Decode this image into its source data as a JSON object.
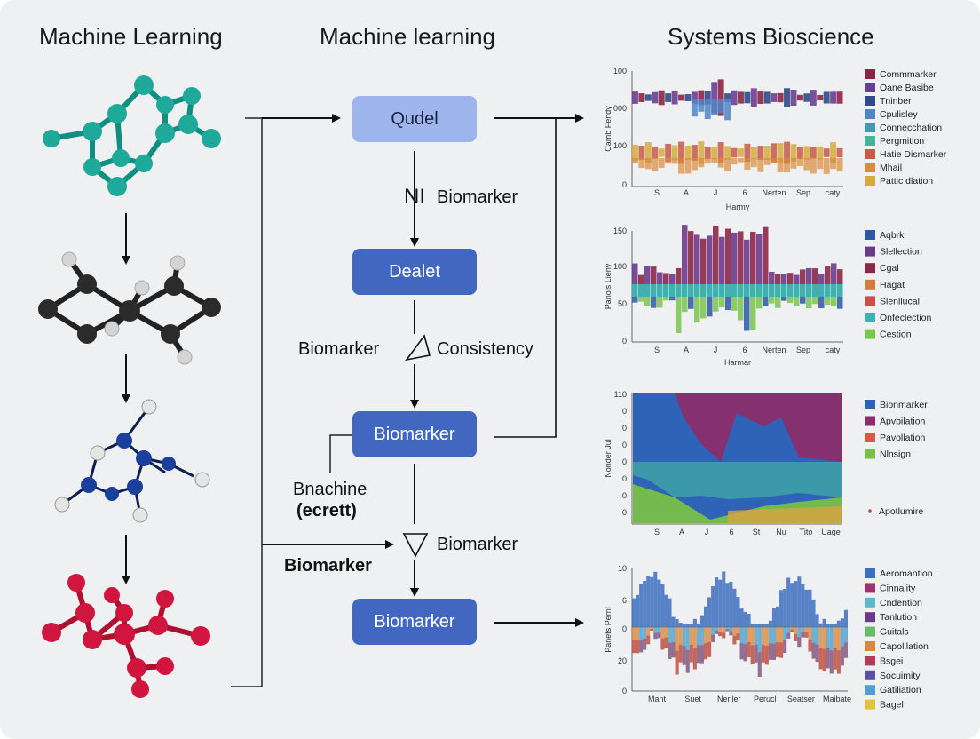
{
  "titles": {
    "left": "Machine Learning",
    "middle": "Machine learning",
    "right": "Systems Bioscience"
  },
  "flow": {
    "node_qudel": "Qudel",
    "node_dealet": "Dealet",
    "node_biomarker_1": "Biomarker",
    "node_biomarker_2": "Biomarker",
    "label_ni": "NI",
    "label_ni_biomarker": "Biomarker",
    "label_biomarker_left": "Biomarker",
    "label_consistency": "Consistency",
    "label_bnachine": "Bnachine",
    "label_ecrett": "(ecrett)",
    "label_biomarker_right": "Biomarker",
    "label_biomarker_bold": "Biomarker"
  },
  "molecules": [
    {
      "name": "teal-molecule",
      "color": "#1fa99a"
    },
    {
      "name": "gray-molecule",
      "color": "#333333"
    },
    {
      "name": "blue-molecule",
      "color": "#1b3f9a"
    },
    {
      "name": "red-molecule",
      "color": "#d0163f"
    }
  ],
  "chart_data": [
    {
      "type": "bar",
      "title": "",
      "ylabel": "Camb Fendy",
      "xlabel": "Harmy",
      "y_ticks": [
        "100",
        "000",
        "100",
        "0"
      ],
      "x_ticks": [
        "S",
        "A",
        "J",
        "6",
        "Nerten",
        "Sep",
        "caty"
      ],
      "series": [
        {
          "name": "Commmarker",
          "color": "#8b2544"
        },
        {
          "name": "Oane Basibe",
          "color": "#6a3f93"
        },
        {
          "name": "Tninber",
          "color": "#2e4a8a"
        },
        {
          "name": "Cpulisley",
          "color": "#4f86c6"
        },
        {
          "name": "Connecchation",
          "color": "#3f9bb0"
        },
        {
          "name": "Pergmition",
          "color": "#43b59a"
        },
        {
          "name": "Hatie Dismarker",
          "color": "#c7594a"
        },
        {
          "name": "Mhail",
          "color": "#d98a3a"
        },
        {
          "name": "Pattic dlation",
          "color": "#d3ac3f"
        }
      ]
    },
    {
      "type": "bar",
      "title": "",
      "ylabel": "Panols Lieny",
      "xlabel": "Harmar",
      "y_ticks": [
        "150",
        "100",
        "50",
        "0"
      ],
      "x_ticks": [
        "S",
        "A",
        "J",
        "6",
        "Nerten",
        "Sep",
        "caty"
      ],
      "series": [
        {
          "name": "Aqbrk",
          "color": "#2e57a8"
        },
        {
          "name": "Slellection",
          "color": "#6a3a8d"
        },
        {
          "name": "Cgal",
          "color": "#8c2848"
        },
        {
          "name": "Hagat",
          "color": "#d77a3c"
        },
        {
          "name": "Slenllucal",
          "color": "#ca4f4a"
        },
        {
          "name": "Onfeclection",
          "color": "#3fb2b0"
        },
        {
          "name": "Cestion",
          "color": "#7bc452"
        }
      ]
    },
    {
      "type": "area",
      "title": "",
      "ylabel": "Nonder Jul",
      "xlabel": "",
      "y_ticks": [
        "110",
        "0",
        "0",
        "0",
        "0",
        "0",
        "0",
        "0"
      ],
      "x_ticks": [
        "S",
        "A",
        "J",
        "6",
        "St",
        "Nu",
        "Tito",
        "Uage"
      ],
      "series": [
        {
          "name": "Bionmarker",
          "color": "#2f63b8"
        },
        {
          "name": "Apvbilation",
          "color": "#8a2d6a"
        },
        {
          "name": "Pavollation",
          "color": "#d55a4a"
        },
        {
          "name": "Nlnsign",
          "color": "#79bf48"
        }
      ],
      "annotation": "Apotlumire"
    },
    {
      "type": "area",
      "title": "",
      "ylabel": "Panets Pernl",
      "xlabel": "",
      "y_ticks": [
        "10",
        "6",
        "0",
        "20",
        "0"
      ],
      "x_ticks": [
        "Mant",
        "Suet",
        "Nerller",
        "Perucl",
        "Seatser",
        "Maibate"
      ],
      "series": [
        {
          "name": "Aeromantion",
          "color": "#3d6fbf"
        },
        {
          "name": "Cinnality",
          "color": "#9a3370"
        },
        {
          "name": "Cndention",
          "color": "#5fb8c9"
        },
        {
          "name": "Tanlution",
          "color": "#6b3a8a"
        },
        {
          "name": "Guitals",
          "color": "#6bb96b"
        },
        {
          "name": "Capolilation",
          "color": "#d9893d"
        },
        {
          "name": "Bsgei",
          "color": "#b43a5a"
        },
        {
          "name": "Socuimity",
          "color": "#5c4fa3"
        },
        {
          "name": "Gatiliation",
          "color": "#4f9fcf"
        },
        {
          "name": "Bagel",
          "color": "#e2c23e"
        }
      ]
    }
  ]
}
